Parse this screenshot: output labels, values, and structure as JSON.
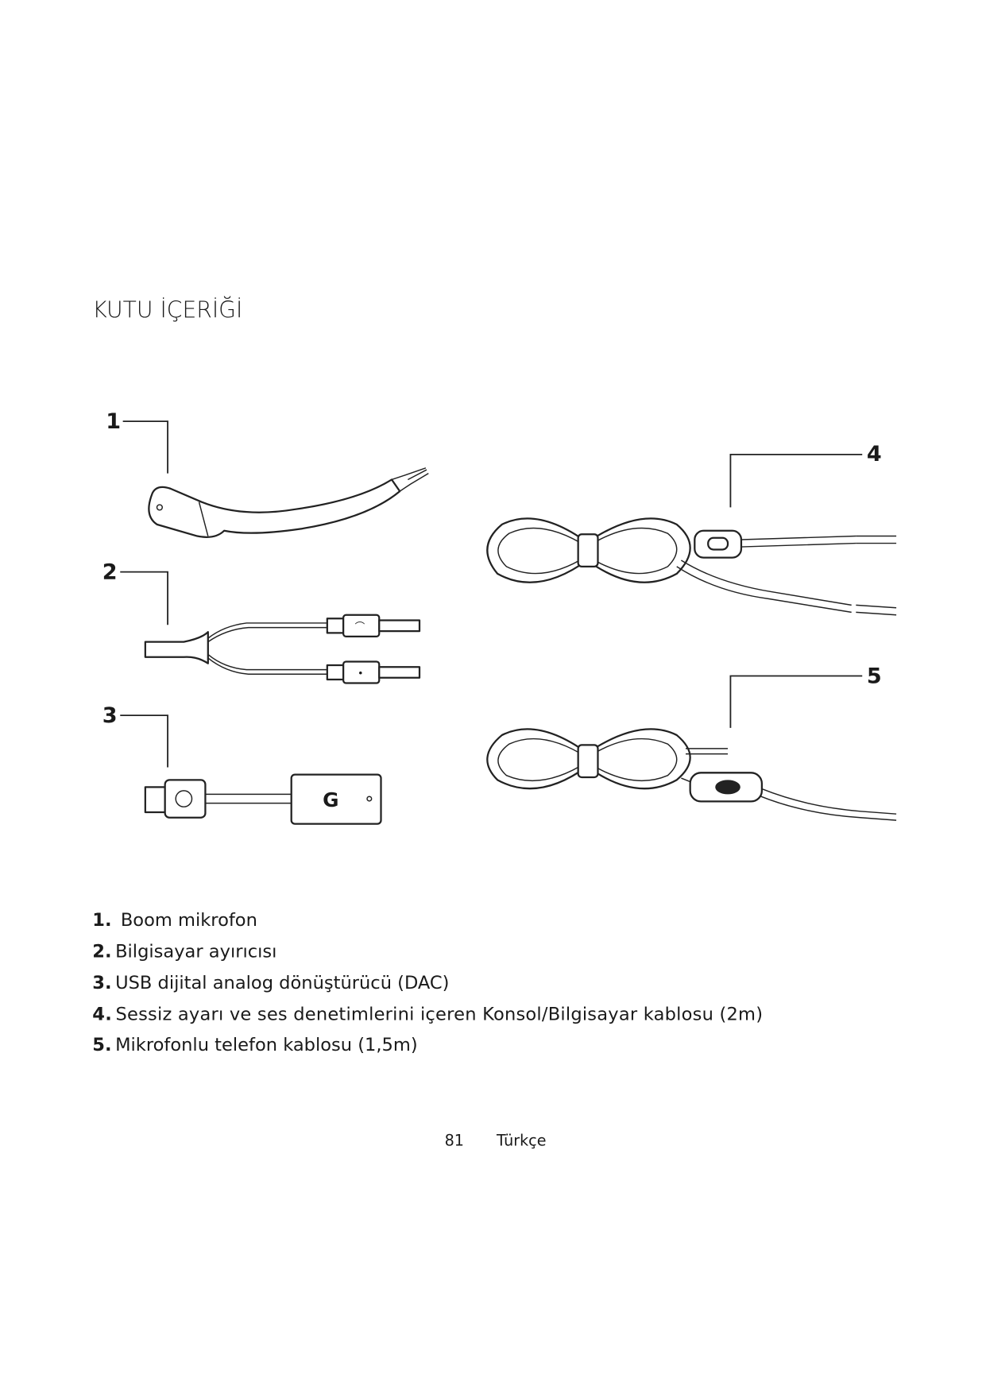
{
  "title": "KUTU İÇERİĞİ",
  "callouts": [
    "1",
    "2",
    "3",
    "4",
    "5"
  ],
  "items": [
    {
      "num": "1.",
      "text": "Boom mikrofon"
    },
    {
      "num": "2.",
      "text": "Bilgisayar ayırıcısı"
    },
    {
      "num": "3.",
      "text": "USB dijital analog dönüştürücü (DAC)"
    },
    {
      "num": "4.",
      "text": "Sessiz ayarı ve ses denetimlerini içeren Konsol/Bilgisayar kablosu (2m)"
    },
    {
      "num": "5.",
      "text": "Mikrofonlu telefon kablosu (1,5m)"
    }
  ],
  "footer": {
    "page": "81",
    "language": "Türkçe"
  }
}
